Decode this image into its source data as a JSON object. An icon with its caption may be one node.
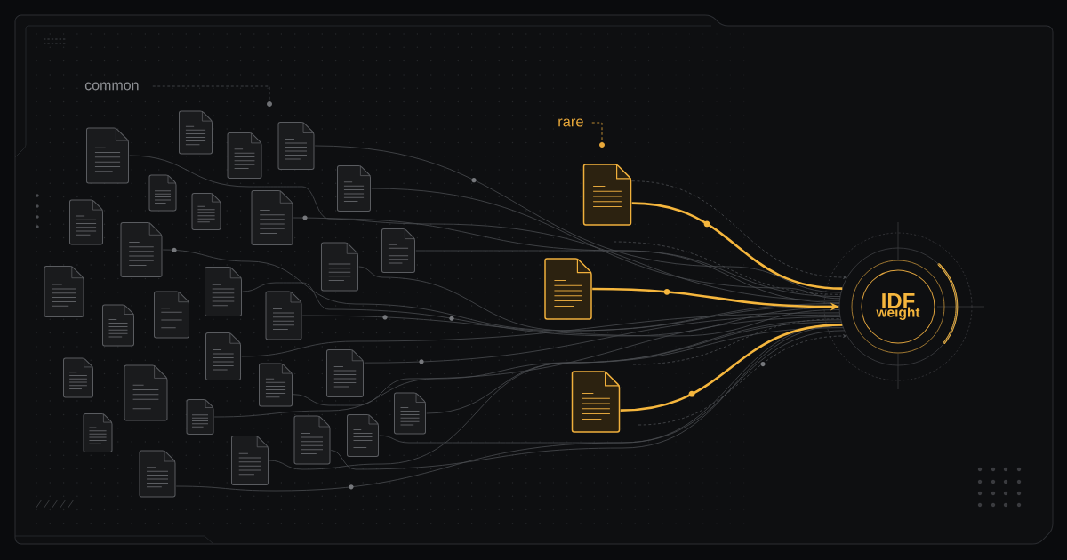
{
  "diagram": {
    "nodes": [
      {
        "text": [
          "common"
        ]
      },
      {
        "text": [],
        "shape": "circle"
      },
      {
        "text": [],
        "shape": "document"
      },
      {
        "text": [],
        "shape": "document"
      },
      {
        "text": [],
        "shape": "document"
      },
      {
        "text": [],
        "shape": "document"
      },
      {
        "text": [],
        "shape": "document"
      },
      {
        "text": [],
        "shape": "document"
      },
      {
        "text": [],
        "shape": "document"
      },
      {
        "text": [],
        "shape": "document"
      },
      {
        "text": [],
        "shape": "document"
      },
      {
        "text": [],
        "shape": "document"
      },
      {
        "text": [],
        "shape": "document"
      },
      {
        "text": [],
        "shape": "document"
      },
      {
        "text": [],
        "shape": "document"
      },
      {
        "text": [],
        "shape": "document"
      },
      {
        "text": [],
        "shape": "document"
      },
      {
        "text": [],
        "shape": "document"
      },
      {
        "text": [],
        "shape": "document"
      },
      {
        "text": [],
        "shape": "document"
      },
      {
        "text": [],
        "shape": "document"
      },
      {
        "text": [],
        "shape": "document"
      },
      {
        "text": [],
        "shape": "document"
      },
      {
        "text": [],
        "shape": "document"
      },
      {
        "text": [],
        "shape": "document"
      },
      {
        "text": [],
        "shape": "document"
      },
      {
        "text": [],
        "shape": "document"
      },
      {
        "text": [],
        "shape": "document"
      },
      {
        "text": [],
        "shape": "document"
      },
      {
        "text": [],
        "shape": "document"
      },
      {
        "text": [],
        "shape": "document"
      },
      {
        "text": [
          "rare"
        ]
      },
      {
        "text": [],
        "shape": "circle"
      },
      {
        "text": [],
        "shape": "document"
      },
      {
        "text": [],
        "shape": "document"
      },
      {
        "text": [],
        "shape": "document"
      },
      {
        "text": [
          "IDF",
          "weight"
        ]
      }
    ],
    "edges": [
      {
        "from": 0,
        "to": 1,
        "arrow": "none",
        "style": "dashed"
      },
      {
        "from": 31,
        "to": 32,
        "arrow": "none",
        "style": "dashed",
        "color": "#e8a83a"
      },
      {
        "from": 3,
        "to": 36,
        "arrow": "none"
      },
      {
        "from": 4,
        "to": 36,
        "arrow": "none"
      },
      {
        "from": 6,
        "to": 36,
        "arrow": "none"
      },
      {
        "from": 9,
        "to": 36,
        "arrow": "none"
      },
      {
        "from": 11,
        "to": 36,
        "arrow": "none"
      },
      {
        "from": 12,
        "to": 36,
        "arrow": "none"
      },
      {
        "from": 13,
        "to": 36,
        "arrow": "none"
      },
      {
        "from": 15,
        "to": 36,
        "arrow": "none"
      },
      {
        "from": 17,
        "to": 36,
        "arrow": "none"
      },
      {
        "from": 19,
        "to": 36,
        "arrow": "none"
      },
      {
        "from": 20,
        "to": 36,
        "arrow": "none"
      },
      {
        "from": 22,
        "to": 36,
        "arrow": "none"
      },
      {
        "from": 24,
        "to": 36,
        "arrow": "none"
      },
      {
        "from": 25,
        "to": 36,
        "arrow": "none"
      },
      {
        "from": 27,
        "to": 36,
        "arrow": "none"
      },
      {
        "from": 28,
        "to": 36,
        "arrow": "none"
      },
      {
        "from": 29,
        "to": 36,
        "arrow": "none"
      },
      {
        "from": 30,
        "to": 36,
        "arrow": "none"
      },
      {
        "from": 33,
        "to": 36,
        "arrow": "none",
        "style": "thick",
        "color": "#f5b63d"
      },
      {
        "from": 34,
        "to": 36,
        "arrow": "to",
        "style": "thick",
        "color": "#f5b63d"
      },
      {
        "from": 35,
        "to": 36,
        "arrow": "none",
        "style": "thick",
        "color": "#f5b63d"
      },
      {
        "from": 33,
        "to": 36,
        "arrow": "to",
        "style": "dashed"
      },
      {
        "from": null,
        "to": 36,
        "arrow": "none",
        "style": "dashed"
      },
      {
        "from": null,
        "to": 36,
        "arrow": "none",
        "style": "dashed"
      },
      {
        "from": null,
        "to": 36,
        "arrow": "to",
        "style": "dashed"
      }
    ]
  }
}
